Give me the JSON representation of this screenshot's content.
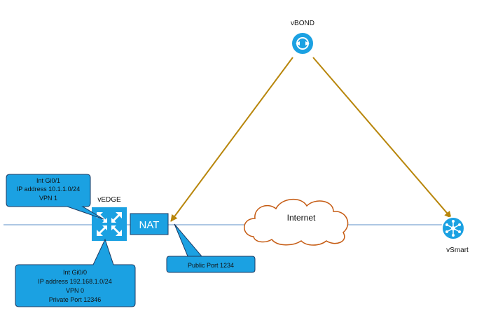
{
  "nodes": {
    "vbond": {
      "label": "vBOND",
      "icon": "vbond-orchestrator-icon",
      "color": "#1ba1e2"
    },
    "vedge": {
      "label": "vEDGE",
      "icon": "router-arrows-icon",
      "color": "#1ba1e2"
    },
    "vsmart": {
      "label": "vSmart",
      "icon": "hub-controller-icon",
      "color": "#1ba1e2"
    },
    "nat": {
      "label": "NAT",
      "color": "#1ba1e2"
    },
    "internet": {
      "label": "Internet",
      "cloud_border": "#c55a11"
    }
  },
  "callouts": {
    "gi01": {
      "lines": [
        "Int Gi0/1",
        "IP address 10.1.1.0/24",
        "VPN 1"
      ]
    },
    "gi00": {
      "lines": [
        "Int Gi0/0",
        "IP address 192.168.1.0/24",
        "VPN 0",
        "Private Port 12346"
      ]
    },
    "public_port": {
      "lines": [
        "Public Port 1234"
      ]
    }
  },
  "colors": {
    "callout_fill": "#1ba1e2",
    "callout_border": "#1c3a63",
    "control_arrow": "#b8860b",
    "link_line": "#5b8fc7"
  }
}
